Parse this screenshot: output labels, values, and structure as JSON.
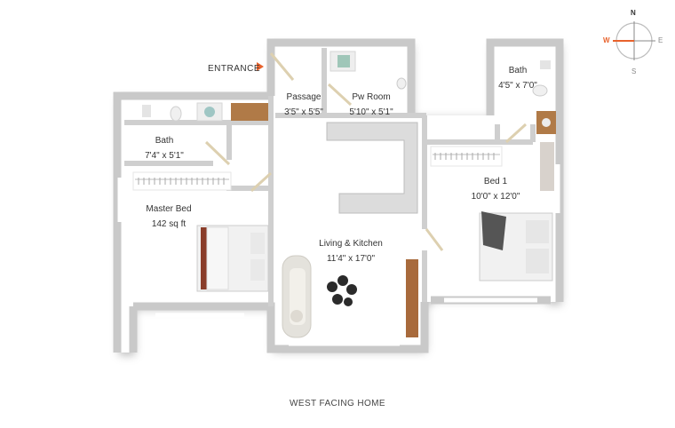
{
  "entrance_label": "ENTRANCE",
  "footer_title": "WEST FACING HOME",
  "compass": {
    "north": "N",
    "east": "E",
    "south": "S",
    "west": "W",
    "accent_color": "#e8622c"
  },
  "rooms": {
    "passage": {
      "name": "Passage",
      "size": "3'5\" x 5'5\""
    },
    "pw_room": {
      "name": "Pw Room",
      "size": "5'10\" x 5'1\""
    },
    "bath_left": {
      "name": "Bath",
      "size": "7'4\" x 5'1\""
    },
    "master_bed": {
      "name": "Master Bed",
      "size": "142 sq ft"
    },
    "living_kitchen": {
      "name": "Living & Kitchen",
      "size": "11'4\" x 17'0\""
    },
    "bath_right": {
      "name": "Bath",
      "size": "4'5\" x 7'0\""
    },
    "bed_1": {
      "name": "Bed 1",
      "size": "10'0\" x 12'0\""
    }
  },
  "colors": {
    "wall": "#c8c8c8",
    "floor": "#ffffff",
    "shadow": "#9a9a9a",
    "door": "#d9caa8",
    "wood": "#a86a3c"
  }
}
